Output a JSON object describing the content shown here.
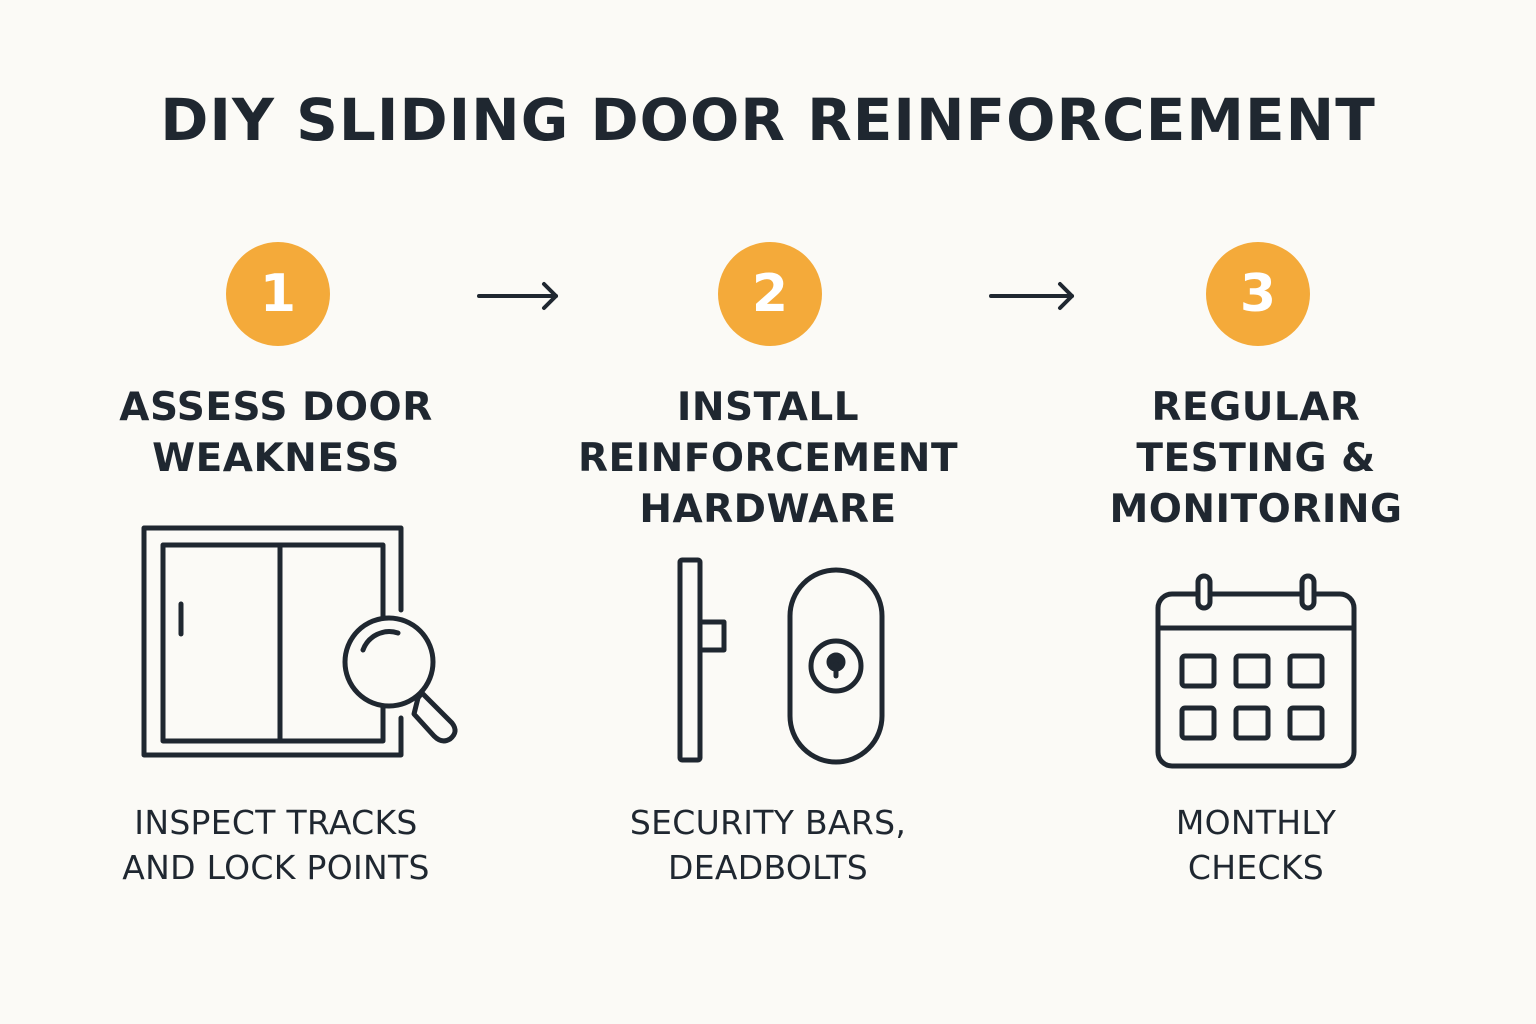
{
  "title": "DIY SLIDING DOOR REINFORCEMENT",
  "colors": {
    "accent": "#f4aa3a",
    "ink": "#1f2730",
    "background": "#fbfaf6"
  },
  "steps": [
    {
      "number": "1",
      "heading_lines": [
        "ASSESS DOOR",
        "WEAKNESS"
      ],
      "icon": "sliding-door-magnifier-icon",
      "caption_lines": [
        "INSPECT TRACKS",
        "AND LOCK POINTS"
      ]
    },
    {
      "number": "2",
      "heading_lines": [
        "INSTALL",
        "REINFORCEMENT",
        "HARDWARE"
      ],
      "icon": "security-bar-deadbolt-icon",
      "caption_lines": [
        "SECURITY BARS,",
        "DEADBOLTS"
      ]
    },
    {
      "number": "3",
      "heading_lines": [
        "REGULAR",
        "TESTING &",
        "MONITORING"
      ],
      "icon": "calendar-icon",
      "caption_lines": [
        "MONTHLY",
        "CHECKS"
      ]
    }
  ],
  "connectors": [
    "arrow-right-icon",
    "arrow-right-icon"
  ]
}
